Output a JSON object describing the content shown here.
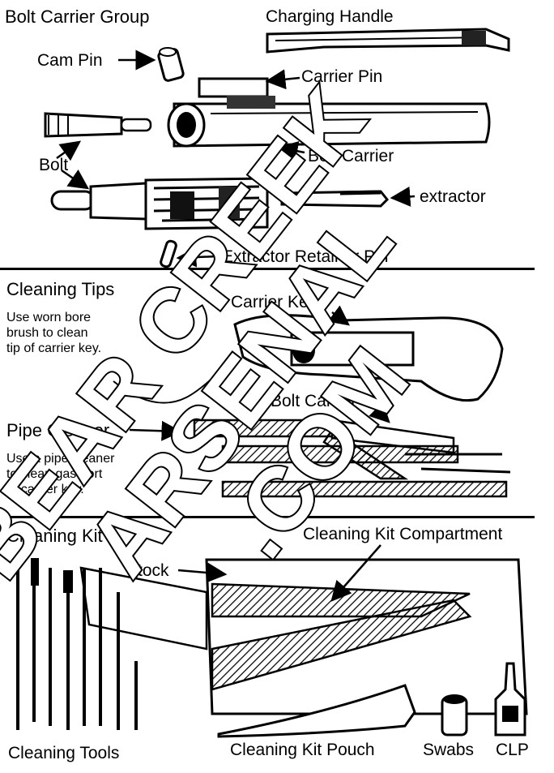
{
  "sections": {
    "bolt_carrier_group": {
      "title": "Bolt Carrier Group",
      "labels": {
        "charging_handle": "Charging Handle",
        "cam_pin": "Cam Pin",
        "carrier_pin": "Carrier Pin",
        "bolt_carrier": "Bolt Carrier",
        "bolt": "Bolt",
        "extractor": "extractor",
        "extractor_retainer_pin": "Extractor Retainer Pin"
      }
    },
    "cleaning_tips": {
      "title": "Cleaning Tips",
      "tip_1": [
        "Use worn bore",
        "brush to clean",
        "tip of carrier key."
      ],
      "carrier_key": "Carrier Key",
      "bolt_carrier": "Bolt Carrier",
      "pipe_cleaner": "Pipe Cleaner",
      "tip_2": [
        "Use a pipe cleaner",
        "to clean gas port",
        "of carrier key."
      ]
    },
    "cleaning_kit": {
      "title": "Cleaning Kit",
      "stock": "Stock",
      "compartment": "Cleaning Kit Compartment",
      "tools": "Cleaning Tools",
      "pouch": "Cleaning Kit Pouch",
      "swabs": "Swabs",
      "clp": "CLP"
    }
  },
  "watermark": {
    "lines": [
      "BEAR CREEK",
      "ARSENAL",
      ".COM"
    ],
    "color": "#ffffff"
  }
}
